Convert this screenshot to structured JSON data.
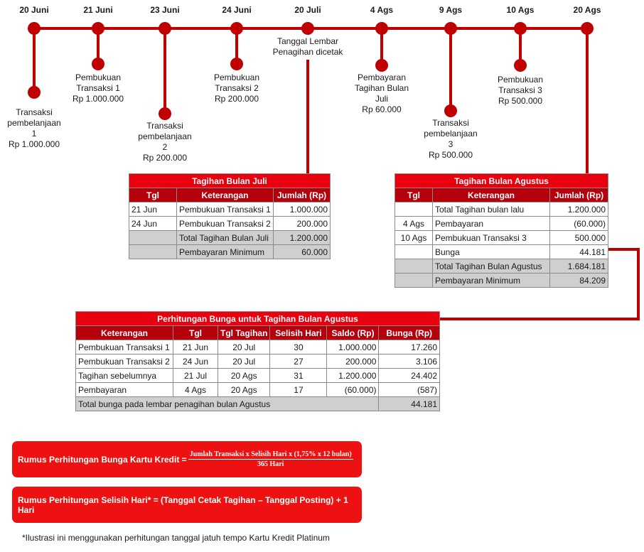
{
  "colors": {
    "accent": "#e8000f",
    "line": "#c00000",
    "gray": "#cfcfcf"
  },
  "timeline": {
    "dates": [
      "20 Juni",
      "21 Juni",
      "23 Juni",
      "24 Juni",
      "20 Juli",
      "4 Ags",
      "9 Ags",
      "10 Ags",
      "20 Ags"
    ],
    "labels": {
      "t1": "Transaksi\npembelanjaan\n1\nRp 1.000.000",
      "b1": "Pembukuan\nTransaksi 1\nRp 1.000.000",
      "t2": "Transaksi\npembelanjaan\n2\nRp 200.000",
      "b2": "Pembukuan\nTransaksi 2\nRp 200.000",
      "cetak": "Tanggal Lembar\nPenagihan dicetak",
      "bayar": "Pembayaran\nTagihan Bulan\nJuli\nRp 60.000",
      "t3": "Transaksi\npembelanjaan\n3\nRp 500.000",
      "b3": "Pembukuan\nTransaksi 3\nRp 500.000"
    }
  },
  "juli": {
    "title": "Tagihan Bulan Juli",
    "headers": [
      "Tgl",
      "Keterangan",
      "Jumlah (Rp)"
    ],
    "rows": [
      [
        "21 Jun",
        "Pembukuan Transaksi 1",
        "1.000.000"
      ],
      [
        "24 Jun",
        "Pembukuan Transaksi 2",
        "200.000"
      ],
      [
        "",
        "Total Tagihan Bulan Juli",
        "1.200.000"
      ],
      [
        "",
        "Pembayaran Minimum",
        "60.000"
      ]
    ]
  },
  "agustus": {
    "title": "Tagihan Bulan Agustus",
    "headers": [
      "Tgl",
      "Keterangan",
      "Jumlah (Rp)"
    ],
    "rows": [
      [
        "",
        "Total Tagihan bulan lalu",
        "1.200.000"
      ],
      [
        "4 Ags",
        "Pembayaran",
        "(60.000)"
      ],
      [
        "10 Ags",
        "Pembukuan Transaksi 3",
        "500.000"
      ],
      [
        "",
        "Bunga",
        "44.181"
      ],
      [
        "",
        "Total Tagihan Bulan Agustus",
        "1.684.181"
      ],
      [
        "",
        "Pembayaran Minimum",
        "84.209"
      ]
    ]
  },
  "bunga": {
    "title": "Perhitungan Bunga untuk Tagihan Bulan Agustus",
    "headers": [
      "Keterangan",
      "Tgl",
      "Tgl Tagihan",
      "Selisih Hari",
      "Saldo (Rp)",
      "Bunga (Rp)"
    ],
    "rows": [
      [
        "Pembukuan Transaksi 1",
        "21 Jun",
        "20 Jul",
        "30",
        "1.000.000",
        "17.260"
      ],
      [
        "Pembukuan Transaksi 2",
        "24 Jun",
        "20 Jul",
        "27",
        "200.000",
        "3.106"
      ],
      [
        "Tagihan sebelumnya",
        "21 Jul",
        "20 Ags",
        "31",
        "1.200.000",
        "24.402"
      ],
      [
        "Pembayaran",
        "4 Ags",
        "20 Ags",
        "17",
        "(60.000)",
        "(587)"
      ]
    ],
    "total_label": "Total bunga pada lembar penagihan bulan Agustus",
    "total_value": "44.181"
  },
  "formula1": {
    "label": "Rumus Perhitungan Bunga Kartu Kredit =",
    "numerator": "Jumlah Transaksi x Selisih Hari x (1,75% x 12 bulan)",
    "denominator": "365 Hari"
  },
  "formula2": {
    "label": "Rumus Perhitungan Selisih Hari* = (Tanggal Cetak Tagihan – Tanggal Posting) + 1 Hari"
  },
  "footnote": "*Ilustrasi ini menggunakan perhitungan tanggal jatuh tempo Kartu Kredit Platinum"
}
